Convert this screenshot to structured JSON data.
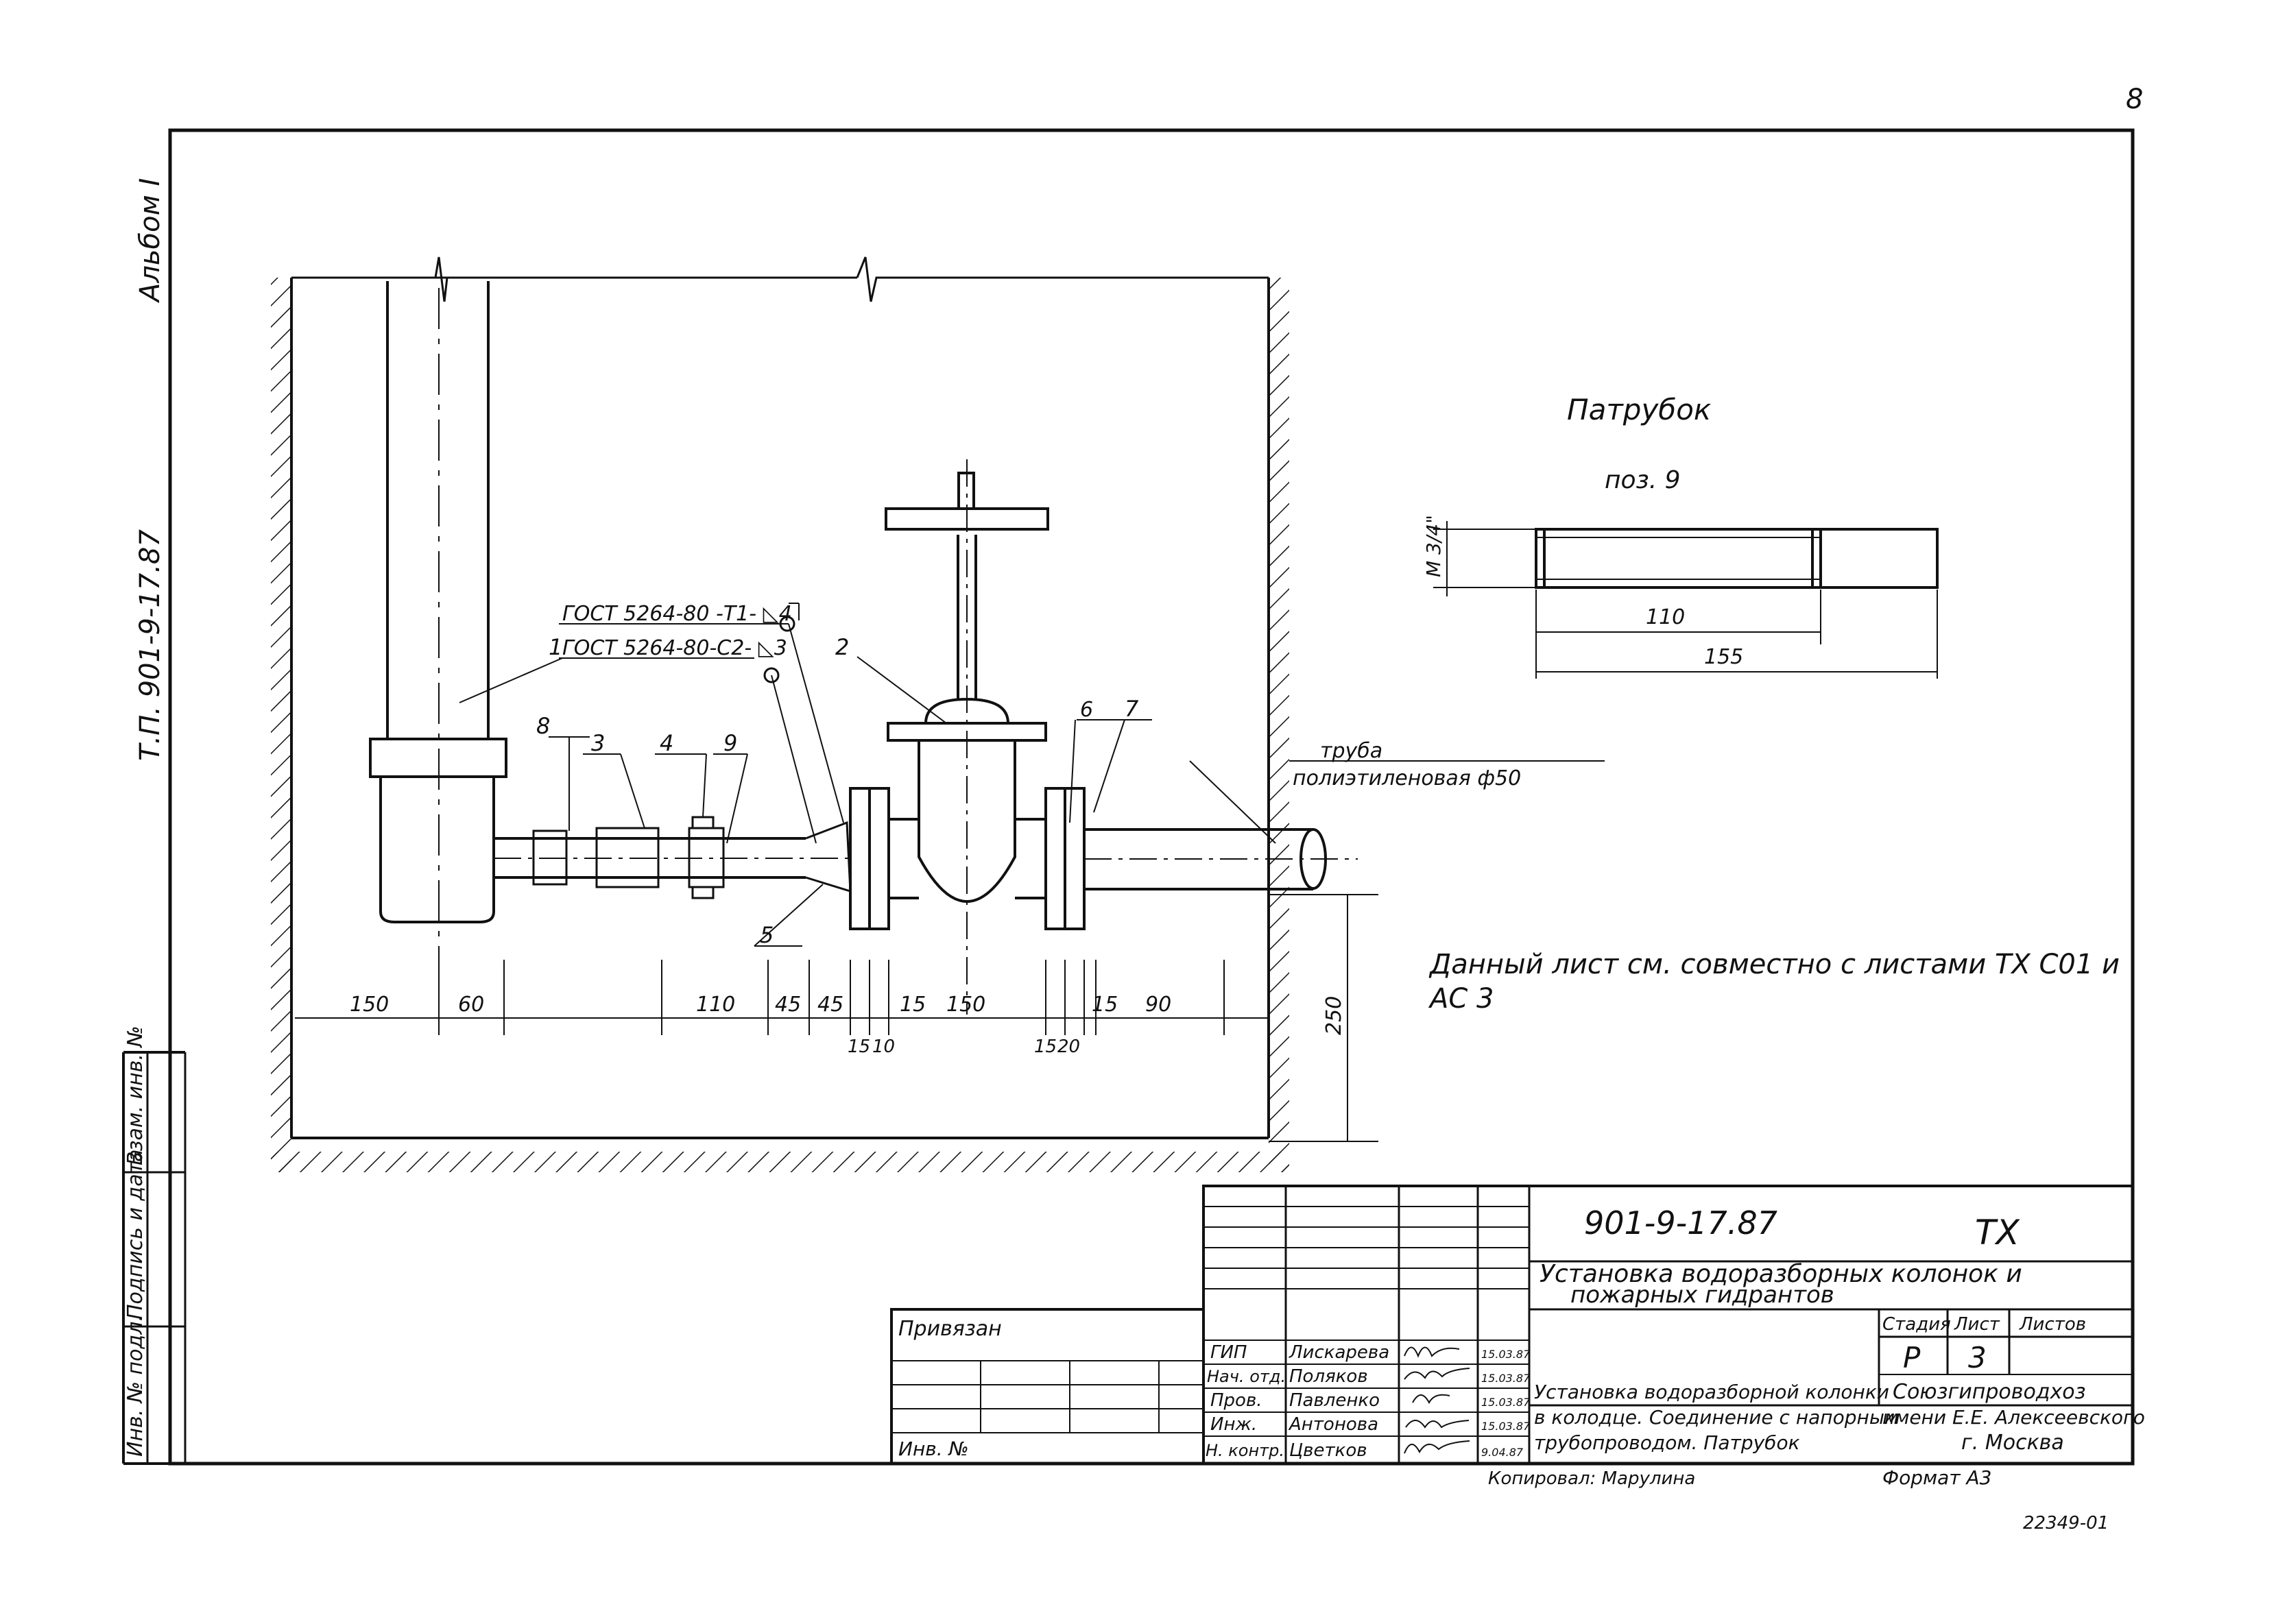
{
  "page_number": "8",
  "album": "Альбом I",
  "project_code_vertical": "Т.П. 901-9-17.87",
  "left_stamp_cells": [
    "Инв. № подл.",
    "Подпись и дата",
    "Взам. инв. №"
  ],
  "callouts": {
    "gost_1": "ГОСТ 5264-80 -Т1- ◺4",
    "gost_2": "ГОСТ 5264-80-С2- ◺3",
    "pos_1": "1",
    "pos_2": "2",
    "pos_3": "3",
    "pos_4": "4",
    "pos_5": "5",
    "pos_6": "6",
    "pos_7": "7",
    "pos_8": "8",
    "pos_9": "9",
    "pipe_label_1": "труба",
    "pipe_label_2": "полиэтиленовая   ф50"
  },
  "dimensions": {
    "d150a": "150",
    "d60": "60",
    "d110": "110",
    "d45a": "45",
    "d45b": "45",
    "d15a": "15",
    "d150b": "150",
    "d15b": "15",
    "d90": "90",
    "d15c": "15",
    "d10": "10",
    "d15d": "15",
    "d20": "20",
    "d250": "250"
  },
  "detail": {
    "title": "Патрубок",
    "subtitle": "поз. 9",
    "thread": "М 3/4\"",
    "dim_inner": "110",
    "dim_outer": "155"
  },
  "note": {
    "line1": "Данный лист см. совместно с листами  ТХ С01 и",
    "line2": "АС 3"
  },
  "title_block": {
    "doc_code": "901-9-17.87",
    "mark": "ТХ",
    "project_name_1": "Установка водоразборных колонок и",
    "project_name_2": "пожарных гидрантов",
    "privyazan": "Привязан",
    "inv_no": "Инв. №",
    "stage_header": "Стадия",
    "sheet_header": "Лист",
    "sheets_header": "Листов",
    "stage": "Р",
    "sheet": "3",
    "roles": [
      {
        "role": "ГИП",
        "name": "Лискарева",
        "date": "15.03.87"
      },
      {
        "role": "Нач. отд.",
        "name": "Поляков",
        "date": "15.03.87"
      },
      {
        "role": "Пров.",
        "name": "Павленко",
        "date": "15.03.87"
      },
      {
        "role": "Инж.",
        "name": "Антонова",
        "date": "15.03.87"
      },
      {
        "role": "Н. контр.",
        "name": "Цветков",
        "date": "9.04.87"
      }
    ],
    "sheet_title_1": "Установка водоразборной колонки",
    "sheet_title_2": "в колодце. Соединение с напорным",
    "sheet_title_3": "трубопроводом.   Патрубок",
    "org_1": "Союзгипроводхоз",
    "org_2": "имени Е.Е. Алексеевского",
    "org_3": "г. Москва"
  },
  "footer": {
    "copied": "Копировал: Марулина",
    "format": "Формат А3",
    "stamp": "22349-01"
  }
}
